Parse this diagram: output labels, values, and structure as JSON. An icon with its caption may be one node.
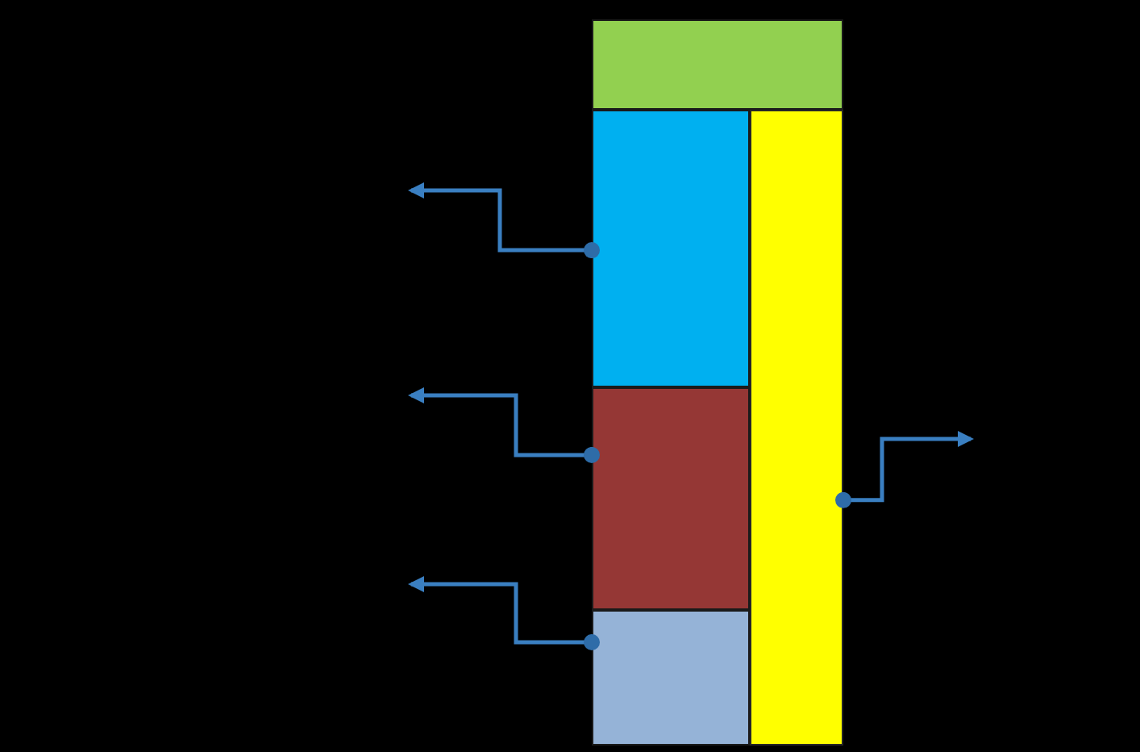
{
  "diagram": {
    "nodes": [
      {
        "text": [],
        "shape": "box"
      },
      {
        "text": [],
        "shape": "box"
      },
      {
        "text": [],
        "shape": "box"
      },
      {
        "text": [],
        "shape": "box"
      },
      {
        "text": [],
        "shape": "bar"
      }
    ],
    "edges": [
      {
        "from": 1,
        "to": null,
        "arrow": "to"
      },
      {
        "from": 2,
        "to": null,
        "arrow": "to"
      },
      {
        "from": 3,
        "to": null,
        "arrow": "to"
      },
      {
        "from": 4,
        "to": null,
        "arrow": "to"
      }
    ]
  }
}
